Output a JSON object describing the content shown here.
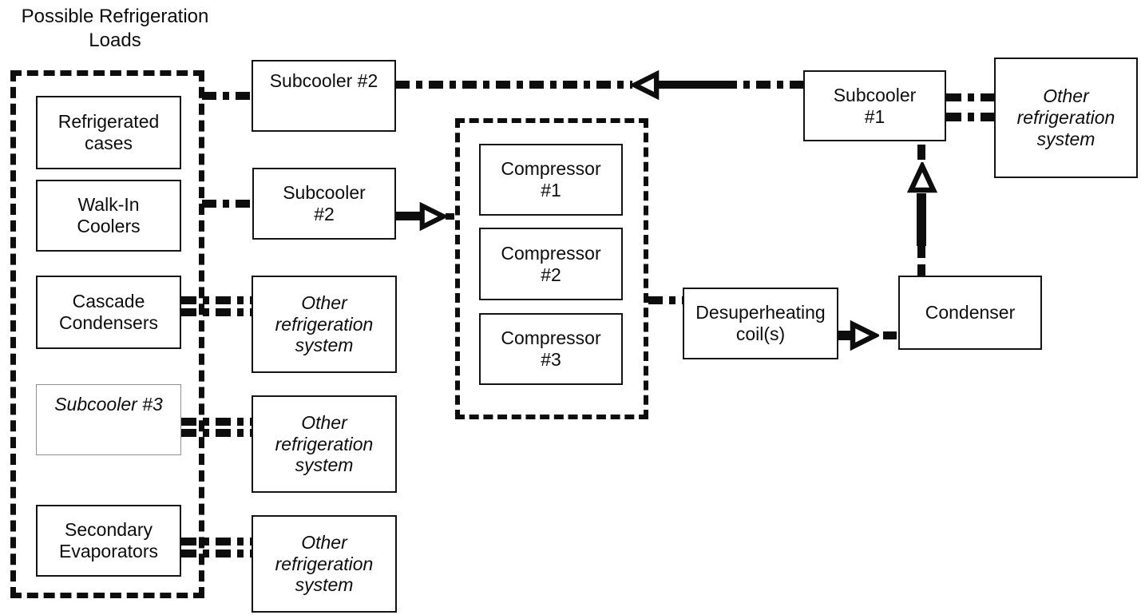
{
  "title": "Possible Refrigeration Loads",
  "boxes": {
    "refrigerated_cases": "Refrigerated cases",
    "walk_in_coolers": "Walk-In Coolers",
    "cascade_condensers": "Cascade Condensers",
    "subcooler_3": "Subcooler #3",
    "secondary_evaporators": "Secondary Evaporators",
    "subcooler_2_top": "Subcooler #2",
    "subcooler_2_mid": "Subcooler #2",
    "other_system_1": "Other refrigeration system",
    "other_system_2": "Other refrigeration system",
    "other_system_3": "Other refrigeration system",
    "compressor_1": "Compressor #1",
    "compressor_2": "Compressor #2",
    "compressor_3": "Compressor #3",
    "desuperheating_coils": "Desuperheating coil(s)",
    "condenser": "Condenser",
    "subcooler_1": "Subcooler #1",
    "other_system_right": "Other refrigeration system"
  },
  "connections": [
    {
      "from": "loads-group",
      "to": "subcooler-2-top",
      "style": "dash-dot"
    },
    {
      "from": "loads-group",
      "to": "subcooler-2-mid",
      "style": "dash-dot"
    },
    {
      "from": "subcooler-1",
      "to": "subcooler-2-top",
      "style": "dash-dot",
      "arrow": "left"
    },
    {
      "from": "subcooler-2-mid",
      "to": "compressor-group",
      "style": "dash-dot",
      "arrow": "right"
    },
    {
      "from": "cascade-condensers",
      "to": "other-system-1",
      "style": "double-dash"
    },
    {
      "from": "subcooler-3",
      "to": "other-system-2",
      "style": "double-dash"
    },
    {
      "from": "secondary-evaporators",
      "to": "other-system-3",
      "style": "double-dash"
    },
    {
      "from": "compressor-group",
      "to": "desuperheating-coils",
      "style": "dash-dot"
    },
    {
      "from": "desuperheating-coils",
      "to": "condenser",
      "style": "dash-dot",
      "arrow": "right"
    },
    {
      "from": "condenser",
      "to": "subcooler-1",
      "style": "dash-dot",
      "arrow": "up"
    },
    {
      "from": "subcooler-1",
      "to": "other-system-right",
      "style": "double-dash"
    }
  ],
  "colors": {
    "line": "#0d0d0d",
    "box_border": "#141414",
    "subcooler3_border": "#8f8f8f",
    "background": "#ffffff"
  }
}
